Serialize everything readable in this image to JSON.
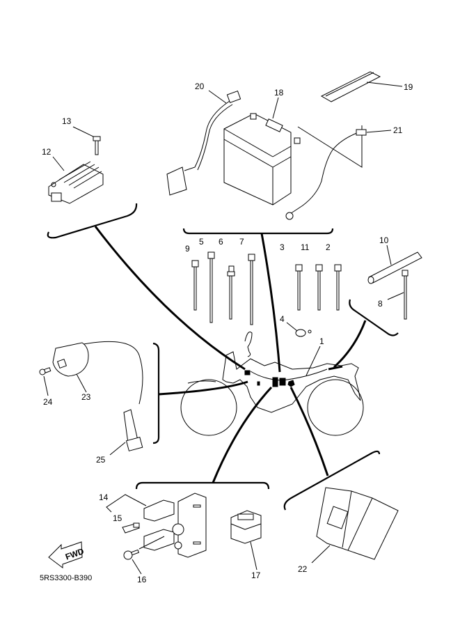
{
  "diagram": {
    "title_code": "5RS3300-B390",
    "direction_arrow": {
      "label": "FWD",
      "icon": "forward-arrow-icon"
    },
    "callouts": [
      {
        "id": "1",
        "part": "wire-harness"
      },
      {
        "id": "2",
        "part": "cable-tie"
      },
      {
        "id": "3",
        "part": "cable-tie"
      },
      {
        "id": "4",
        "part": "clamp-ring"
      },
      {
        "id": "5",
        "part": "cable-tie"
      },
      {
        "id": "6",
        "part": "cable-tie-with-tab"
      },
      {
        "id": "7",
        "part": "cable-tie"
      },
      {
        "id": "8",
        "part": "cable-tie"
      },
      {
        "id": "9",
        "part": "cable-tie"
      },
      {
        "id": "10",
        "part": "tube"
      },
      {
        "id": "11",
        "part": "cable-tie"
      },
      {
        "id": "12",
        "part": "rectifier-regulator"
      },
      {
        "id": "13",
        "part": "bolt"
      },
      {
        "id": "14",
        "part": "starter-relay"
      },
      {
        "id": "15",
        "part": "fuse"
      },
      {
        "id": "16",
        "part": "bolt"
      },
      {
        "id": "17",
        "part": "relay"
      },
      {
        "id": "18",
        "part": "battery"
      },
      {
        "id": "19",
        "part": "battery-band"
      },
      {
        "id": "20",
        "part": "positive-battery-lead"
      },
      {
        "id": "21",
        "part": "negative-battery-lead"
      },
      {
        "id": "22",
        "part": "cdi-unit"
      },
      {
        "id": "23",
        "part": "ignition-coil"
      },
      {
        "id": "24",
        "part": "screw"
      },
      {
        "id": "25",
        "part": "spark-plug-cap"
      }
    ]
  }
}
